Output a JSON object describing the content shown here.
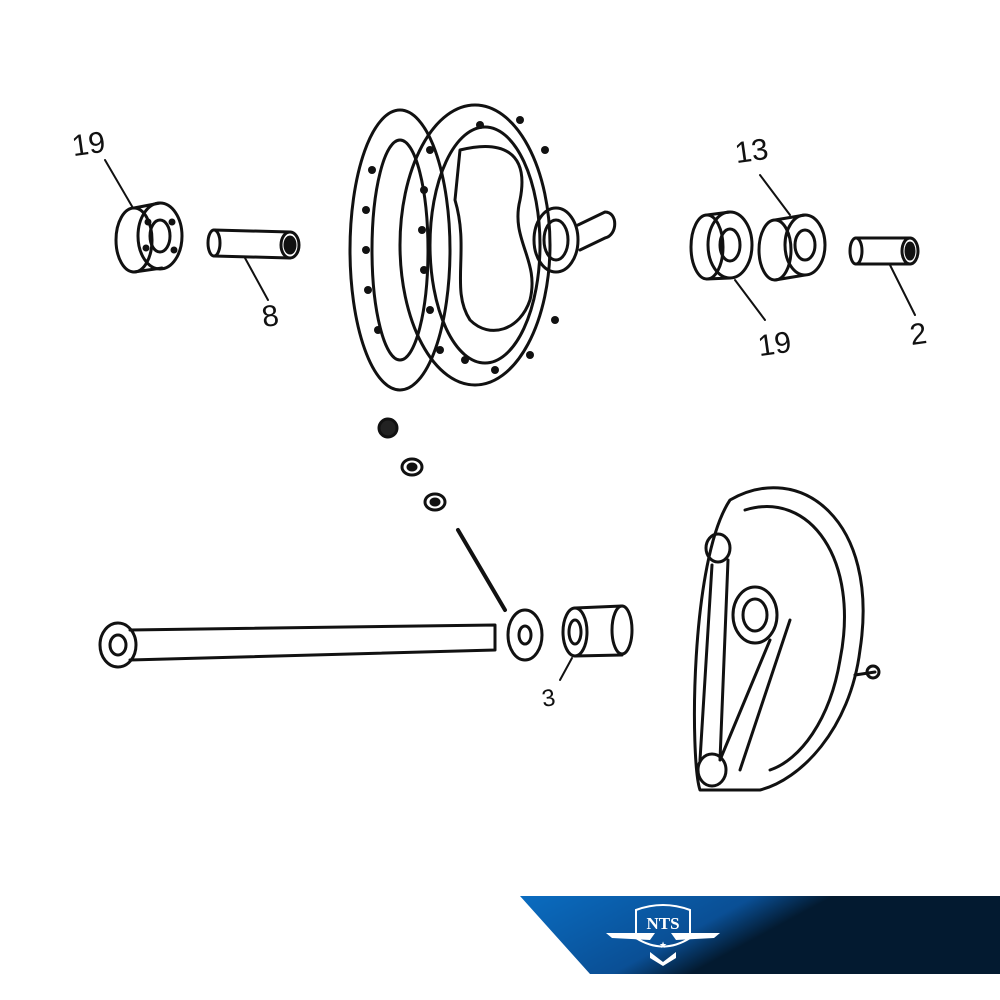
{
  "labels": {
    "bearing_left": "19",
    "spacer_left": "8",
    "dust_seal": "13",
    "bearing_right": "19",
    "spacer_right": "2",
    "collar": "3"
  },
  "brand": {
    "logo_text": "NTS",
    "colors": {
      "blue": "#0a6cc0",
      "dark": "#031a30"
    }
  }
}
